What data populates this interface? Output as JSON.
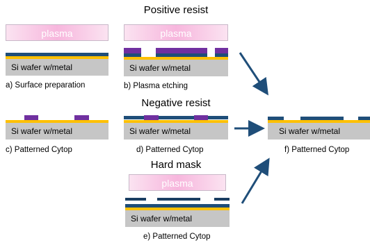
{
  "headings": {
    "positive": "Positive resist",
    "negative": "Negative resist",
    "hard_mask": "Hard mask"
  },
  "plasma_label": "plasma",
  "wafer_label": "Si wafer w/metal",
  "captions": {
    "a": "a) Surface preparation",
    "b": "b) Plasma etching",
    "c": "c) Patterned Cytop",
    "d": "d) Patterned Cytop",
    "e": "e) Patterned Cytop",
    "f": "f) Patterned Cytop"
  },
  "colors": {
    "wafer": "#c6c6c6",
    "metal": "#ffc000",
    "cytop": "#1f4e79",
    "resist": "#7030a0",
    "arrow": "#1f4e79",
    "plasma": "#f7b6dd"
  }
}
